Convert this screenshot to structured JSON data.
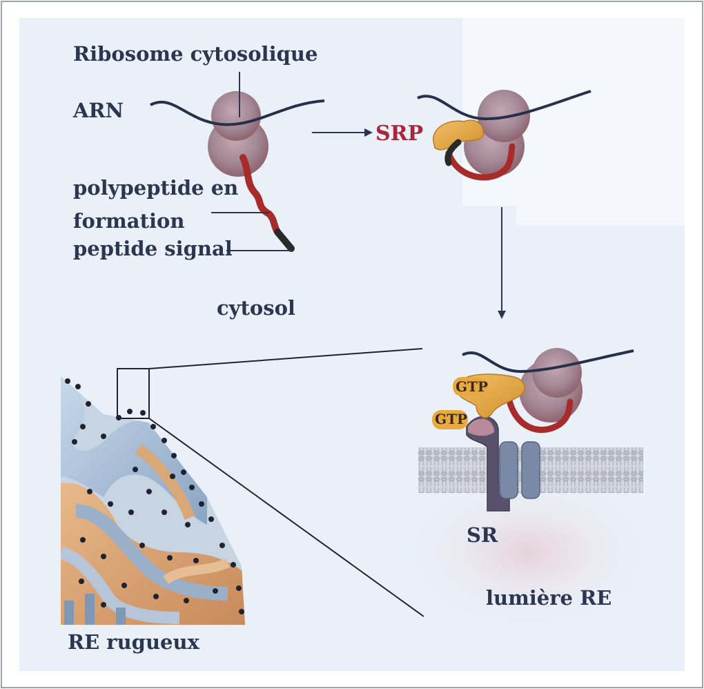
{
  "labels": {
    "ribosome": "Ribosome cytosolique",
    "arn": "ARN",
    "polypeptide_line1": "polypeptide en",
    "polypeptide_line2": "formation",
    "signal_peptide": "peptide signal",
    "cytosol": "cytosol",
    "srp": "SRP",
    "gtp_top": "GTP",
    "gtp_bottom": "GTP",
    "sr": "SR",
    "er_lumen": "lumière RE",
    "rough_er": "RE rugueux"
  },
  "colors": {
    "background": "#e9f0f8",
    "text": "#2c3650",
    "srp_label": "#a8283a",
    "ribosome": "#a48a94",
    "mrna": "#26304a",
    "polypeptide": "#a82b2b",
    "srp_particle": "#e3a640",
    "membrane": "#c8cdd4",
    "receptor": "#58516c",
    "translocon": "#7a8aa6"
  }
}
